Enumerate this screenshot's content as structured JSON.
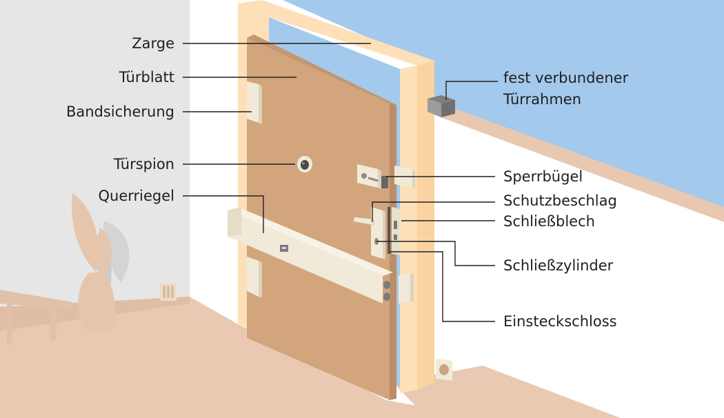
{
  "labels": {
    "zarge": "Zarge",
    "tuerblatt": "Türblatt",
    "bandsicherung": "Bandsicherung",
    "tuerspion": "Türspion",
    "querriegel": "Querriegel",
    "tuerrahmen_line1": "fest verbundener",
    "tuerrahmen_line2": "Türrahmen",
    "sperrbuegel": "Sperrbügel",
    "schutzbeschlag": "Schutzbeschlag",
    "schliessblech": "Schließblech",
    "schliesszylinder": "Schließzylinder",
    "einsteckschloss": "Einsteckschloss"
  },
  "colors": {
    "wall_left": "#e6e6e6",
    "wall_right": "#ffffff",
    "sky": "#a3c9ec",
    "floor": "#e9c9b1",
    "frame": "#fde0b8",
    "door": "#d2a57d",
    "hardware": "#f1ead8",
    "label_text": "#1f1f1f"
  }
}
